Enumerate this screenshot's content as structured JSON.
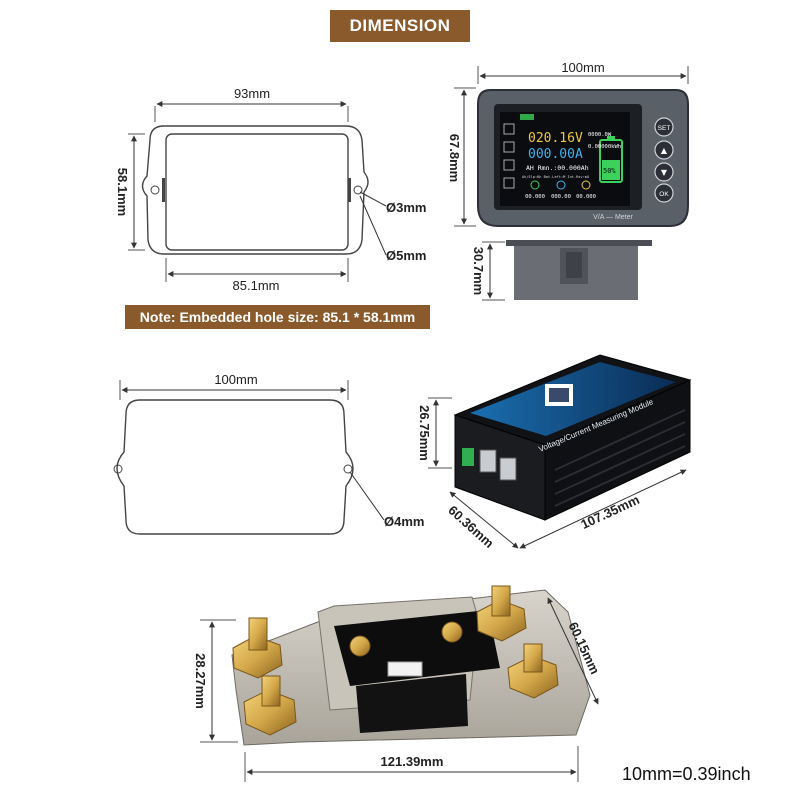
{
  "title": "DIMENSION",
  "note": "Note: Embedded hole size: 85.1 * 58.1mm",
  "conversion": "10mm=0.39inch",
  "colors": {
    "banner": "#8a5a2c",
    "outline": "#444444",
    "meter_body": "#5a6068",
    "brass": "#d4a84a"
  },
  "cutout": {
    "width": "93mm",
    "height": "58.1mm",
    "inner_width": "85.1mm",
    "hole_small": "Ø3mm",
    "hole_large": "Ø5mm"
  },
  "meter": {
    "width": "100mm",
    "height": "67.8mm",
    "depth": "30.7mm",
    "screen": {
      "voltage": "020.16V",
      "current": "000.00A",
      "power": "0000.0W",
      "energy": "0.00000kWh",
      "ah_remaining": "AH Rmn.:00.000Ah",
      "status_row": "Ah/Elp:Kh  Bat.Left:M  Int.Rsv:mO",
      "percent": "50%",
      "readings": [
        "00.000",
        "000.00",
        "00.000"
      ],
      "brand": "V/A — Meter"
    },
    "buttons": [
      "SET",
      "▲",
      "▼",
      "OK"
    ]
  },
  "module_outline": {
    "width": "100mm",
    "hole": "Ø4mm"
  },
  "module": {
    "label": "Voltage/Current Measuring Module",
    "height": "26.75mm",
    "depth": "60.36mm",
    "length": "107.35mm"
  },
  "shunt": {
    "width": "121.39mm",
    "height": "28.27mm",
    "depth": "60.15mm"
  }
}
